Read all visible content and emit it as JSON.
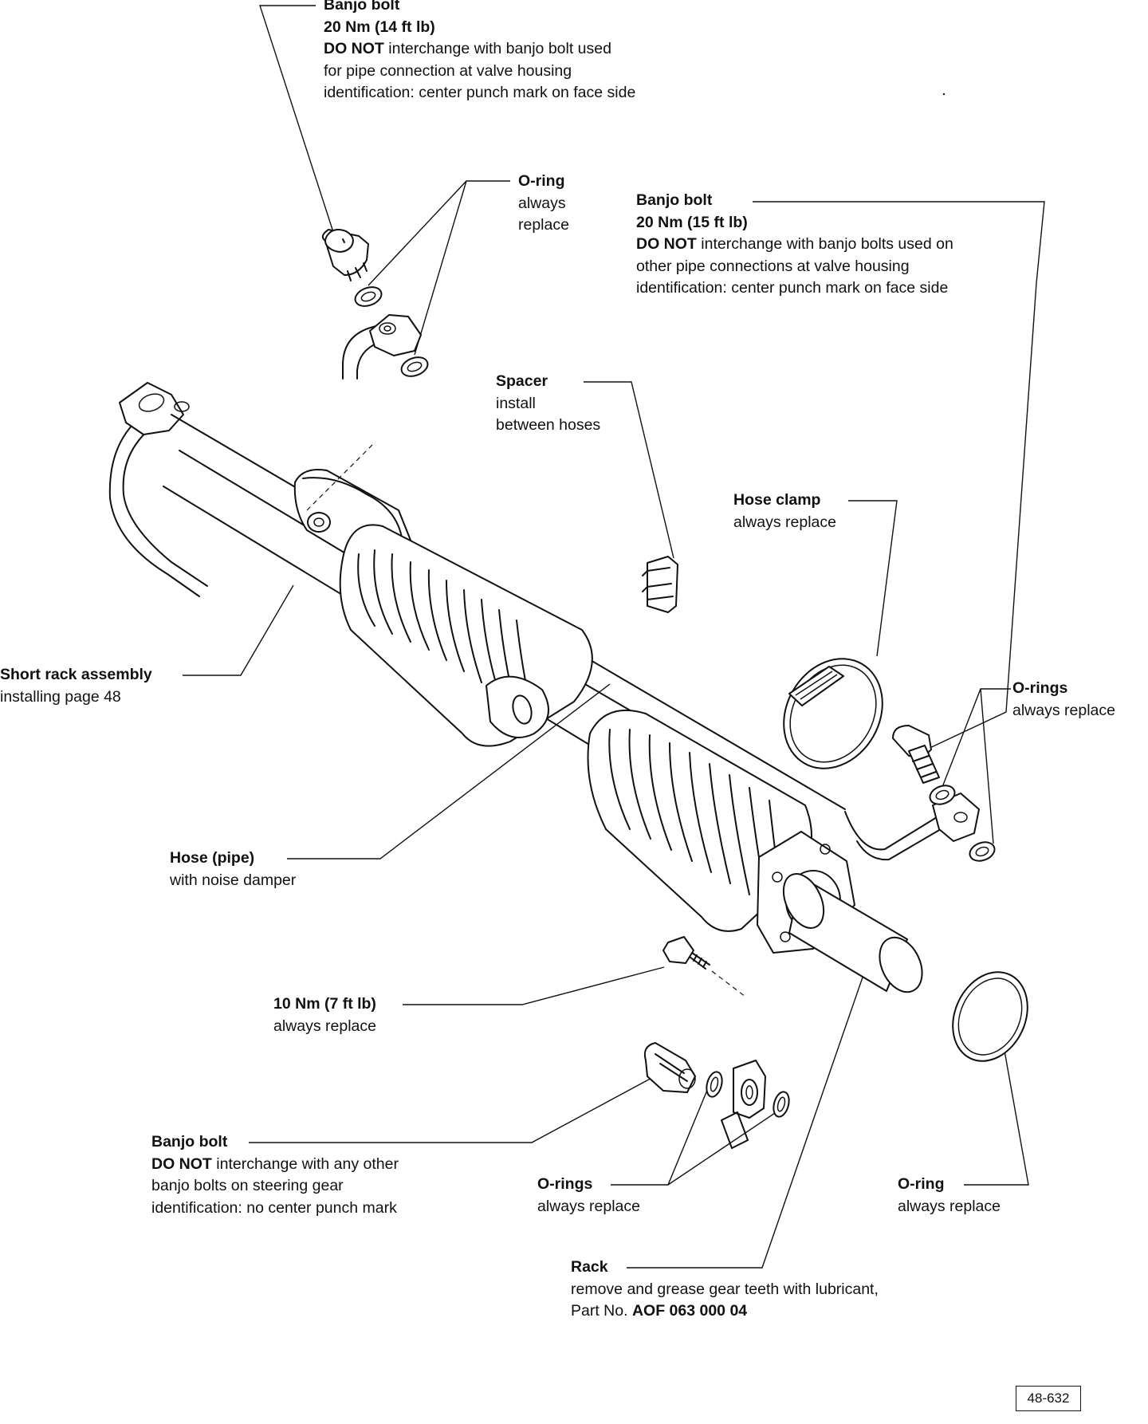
{
  "figure_id": "48-632",
  "callouts": {
    "banjo_top": {
      "title": "Banjo bolt",
      "torque": "20 Nm (14 ft lb)",
      "note_bold": "DO NOT",
      "note_rest": " interchange with banjo bolt used",
      "line3": "for pipe connection at valve housing",
      "line4": "identification: center punch mark on face side"
    },
    "oring_top": {
      "title": "O-ring",
      "line1": "always",
      "line2": "replace"
    },
    "banjo_right": {
      "title": "Banjo bolt",
      "torque": "20 Nm (15 ft lb)",
      "note_bold": "DO NOT",
      "note_rest": " interchange with banjo bolts used on",
      "line3": "other pipe connections at valve housing",
      "line4": "identification: center punch mark on face side"
    },
    "spacer": {
      "title": "Spacer",
      "line1": "install",
      "line2": "between hoses"
    },
    "hose_clamp": {
      "title": "Hose clamp",
      "line1": "always replace"
    },
    "short_rack": {
      "title": "Short rack assembly",
      "line1": "installing page 48"
    },
    "orings_right": {
      "title": "O-rings",
      "line1": "always replace"
    },
    "hose_pipe": {
      "title": "Hose (pipe)",
      "line1": "with noise damper"
    },
    "bolt_10nm": {
      "title": "10 Nm (7 ft lb)",
      "line1": "always replace"
    },
    "banjo_bottom": {
      "title": "Banjo bolt",
      "note_bold": "DO NOT",
      "note_rest": " interchange with any other",
      "line3": "banjo bolts on steering gear",
      "line4": "identification: no center punch mark"
    },
    "orings_bottom": {
      "title": "O-rings",
      "line1": "always replace"
    },
    "oring_bottom_right": {
      "title": "O-ring",
      "line1": "always replace"
    },
    "rack": {
      "title": "Rack",
      "line1": "remove and grease gear teeth with lubricant,",
      "line2_prefix": "Part No. ",
      "part_no": "AOF 063 000 04"
    }
  }
}
